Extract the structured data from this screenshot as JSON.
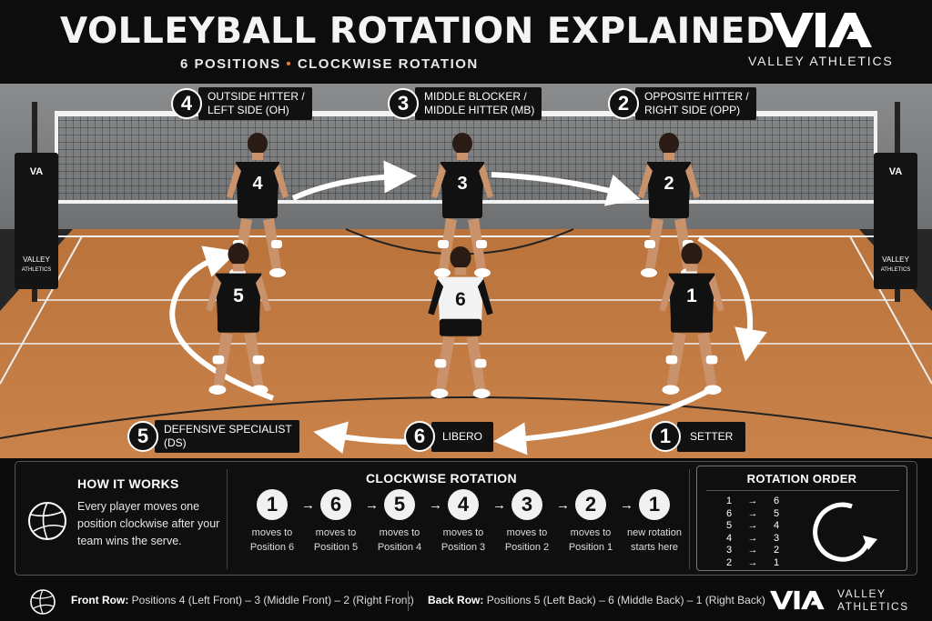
{
  "header": {
    "title": "VOLLEYBALL ROTATION EXPLAINED",
    "subtitle_left": "6 POSITIONS",
    "subtitle_sep": "•",
    "subtitle_right": "CLOCKWISE ROTATION",
    "logo_text": "VA",
    "brand": "VALLEY ATHLETICS"
  },
  "court": {
    "pad_logo": "VA",
    "pad_brand_line1": "VALLEY",
    "pad_brand_line2": "ATHLETICS",
    "players": [
      {
        "jersey": "4",
        "color": "black"
      },
      {
        "jersey": "3",
        "color": "black"
      },
      {
        "jersey": "2",
        "color": "black"
      },
      {
        "jersey": "5",
        "color": "black"
      },
      {
        "jersey": "6",
        "color": "white"
      },
      {
        "jersey": "1",
        "color": "black"
      }
    ],
    "labels": {
      "p4": {
        "num": "4",
        "line1": "OUTSIDE HITTER /",
        "line2": "LEFT SIDE (OH)"
      },
      "p3": {
        "num": "3",
        "line1": "MIDDLE BLOCKER /",
        "line2": "MIDDLE HITTER (MB)"
      },
      "p2": {
        "num": "2",
        "line1": "OPPOSITE HITTER /",
        "line2": "RIGHT SIDE (OPP)"
      },
      "p5": {
        "num": "5",
        "line1": "DEFENSIVE SPECIALIST",
        "line2": "(DS)"
      },
      "p6": {
        "num": "6",
        "line1": "LIBERO"
      },
      "p1": {
        "num": "1",
        "line1": "SETTER"
      }
    }
  },
  "panel": {
    "how_title": "HOW IT WORKS",
    "how_text": "Every player moves one position clockwise after your team wins the serve.",
    "rotation_title": "CLOCKWISE ROTATION",
    "arrow": "→",
    "steps": [
      {
        "num": "1",
        "line1": "moves to",
        "line2": "Position 6"
      },
      {
        "num": "6",
        "line1": "moves to",
        "line2": "Position 5"
      },
      {
        "num": "5",
        "line1": "moves to",
        "line2": "Position 4"
      },
      {
        "num": "4",
        "line1": "moves to",
        "line2": "Position 3"
      },
      {
        "num": "3",
        "line1": "moves to",
        "line2": "Position 2"
      },
      {
        "num": "2",
        "line1": "moves to",
        "line2": "Position 1"
      },
      {
        "num": "1",
        "line1": "new rotation",
        "line2": "starts here"
      }
    ],
    "order_title": "ROTATION ORDER",
    "order": [
      {
        "from": "1",
        "to": "6"
      },
      {
        "from": "6",
        "to": "5"
      },
      {
        "from": "5",
        "to": "4"
      },
      {
        "from": "4",
        "to": "3"
      },
      {
        "from": "3",
        "to": "2"
      },
      {
        "from": "2",
        "to": "1"
      }
    ]
  },
  "footer": {
    "front_label": "Front Row:",
    "front_text": "Positions 4 (Left Front) – 3 (Middle Front) – 2 (Right Front)",
    "back_label": "Back Row:",
    "back_text": "Positions 5 (Left Back) – 6 (Middle Back) – 1 (Right Back)",
    "logo_text": "VA",
    "brand_line1": "VALLEY",
    "brand_line2": "ATHLETICS"
  },
  "colors": {
    "court": "#c27a40",
    "accent": "#e07a2e",
    "panel": "#0f0f0f"
  }
}
